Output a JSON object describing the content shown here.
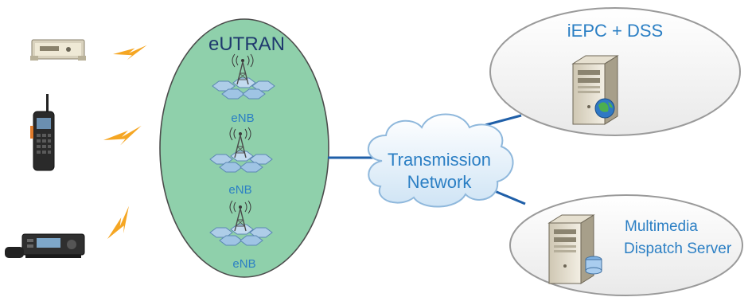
{
  "eutran": {
    "title": "eUTRAN",
    "nodes": [
      {
        "label": "eNB"
      },
      {
        "label": "eNB"
      },
      {
        "label": "eNB"
      }
    ]
  },
  "terminals": [
    {
      "icon": "vehicle-terminal-device-icon"
    },
    {
      "icon": "handheld-radio-icon"
    },
    {
      "icon": "dispatch-console-icon"
    }
  ],
  "cloud": {
    "line1": "Transmission",
    "line2": "Network"
  },
  "servers": [
    {
      "title": "iEPC + DSS",
      "icon": "server-globe-icon"
    },
    {
      "line1": "Multimedia",
      "line2": "Dispatch Server",
      "icon": "server-database-icon"
    }
  ],
  "colors": {
    "eutran_fill": "#8fd0ab",
    "eutran_title": "#1f3a6e",
    "label_blue": "#2b7fc4",
    "link_blue": "#1f5fa8",
    "lightning": "#f5a623"
  }
}
